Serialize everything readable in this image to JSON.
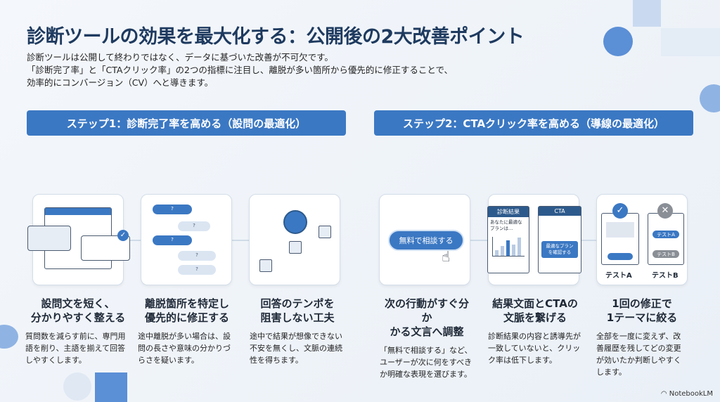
{
  "title": "診断ツールの効果を最大化する：公開後の2大改善ポイント",
  "intro": [
    "診断ツールは公開して終わりではなく、データに基づいた改善が不可欠です。",
    "「診断完了率」と「CTAクリック率」の2つの指標に注目し、離脱が多い箇所から優先的に修正することで、",
    "効率的にコンバージョン（CV）へと導きます。"
  ],
  "steps": [
    {
      "label": "ステップ1：診断完了率を高める（設問の最適化）"
    },
    {
      "label": "ステップ2：CTAクリック率を高める（導線の最適化）"
    }
  ],
  "points": [
    {
      "title": "設問文を短く、\n分かりやすく整える",
      "body": "質問数を減らす前に、専門用語を削り、主語を揃えて回答しやすくします。"
    },
    {
      "title": "離脱箇所を特定し\n優先的に修正する",
      "body": "途中離脱が多い場合は、設問の長さや意味の分かりづらさを疑います。"
    },
    {
      "title": "回答のテンポを\n阻害しない工夫",
      "body": "途中で結果が想像できない不安を無くし、文脈の連続性を得ちます。"
    },
    {
      "title": "次の行動がすぐ分か\nかる文言へ調整",
      "body": "「無料で相談する」など、ユーザーが次に何をすべきか明確な表現を選びます。"
    },
    {
      "title": "結果文面とCTAの\n文脈を繋げる",
      "body": "診断結果の内容と誘導先が一致していないと、クリック率は低下します。"
    },
    {
      "title": "1回の修正で\n1テーマに絞る",
      "body": "全部を一度に変えず、改善履歴を残してどの変更が効いたか判断しやすくします。"
    }
  ],
  "illustrations": {
    "cta_button": "無料で相談する",
    "result_header": "診断結果",
    "result_text": "あなたに最適な\nプランは…",
    "cta_header": "CTA",
    "cta_link": "最適なプラン\nを確認する",
    "test_a": "テストA",
    "test_b": "テストB"
  },
  "brand": "NotebookLM",
  "colors": {
    "accent": "#3b78c3",
    "title": "#1e3a5f"
  }
}
